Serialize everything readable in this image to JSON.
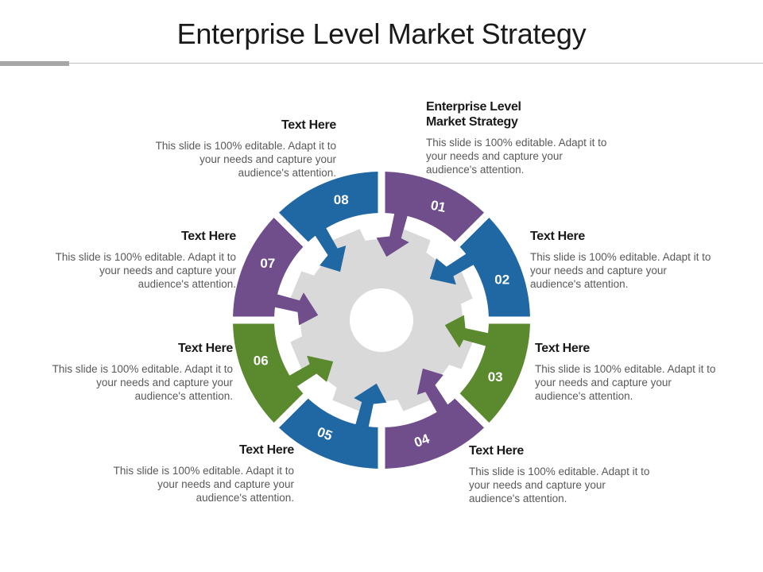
{
  "title": "Enterprise Level Market Strategy",
  "colors": {
    "purple": "#6f4e8b",
    "blue": "#2068a3",
    "green": "#5b8a2e",
    "gear": "#d9d9d9"
  },
  "segments": [
    {
      "num": "01",
      "color": "purple"
    },
    {
      "num": "02",
      "color": "blue"
    },
    {
      "num": "03",
      "color": "green"
    },
    {
      "num": "04",
      "color": "purple"
    },
    {
      "num": "05",
      "color": "blue"
    },
    {
      "num": "06",
      "color": "green"
    },
    {
      "num": "07",
      "color": "purple"
    },
    {
      "num": "08",
      "color": "blue"
    }
  ],
  "blocks": [
    {
      "heading": "Enterprise Level\nMarket Strategy",
      "body": "This slide is 100% editable. Adapt it to your needs and capture your audience's attention."
    },
    {
      "heading": "Text Here",
      "body": "This slide is 100% editable. Adapt it to your needs and capture your audience's attention."
    },
    {
      "heading": "Text Here",
      "body": "This slide is 100% editable. Adapt it to your needs and capture your audience's attention."
    },
    {
      "heading": "Text Here",
      "body": "This slide is 100% editable. Adapt it to your needs and capture your audience's attention."
    },
    {
      "heading": "Text Here",
      "body": "This slide is 100% editable. Adapt it to your needs and capture your audience's attention."
    },
    {
      "heading": "Text Here",
      "body": "This slide is 100% editable. Adapt it to your needs and capture your audience's attention."
    },
    {
      "heading": "Text Here",
      "body": "This slide is 100% editable. Adapt it to your needs and capture your audience's attention."
    },
    {
      "heading": "Text Here",
      "body": "This slide is 100% editable. Adapt it to your needs and capture your audience's attention."
    }
  ]
}
